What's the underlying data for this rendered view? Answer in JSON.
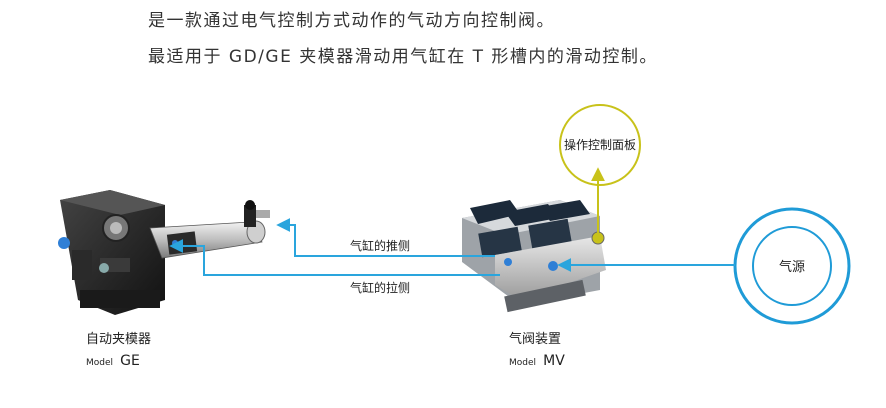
{
  "intro": {
    "line1": "是一款通过电气控制方式动作的气动方向控制阀。",
    "line2": "最适用于 GD/GE 夹模器滑动用气缸在 T 形槽内的滑动控制。"
  },
  "labels": {
    "control_panel": "操作控制面板",
    "air_source": "气源",
    "push_side": "气缸的推侧",
    "pull_side": "气缸的拉侧"
  },
  "devices": {
    "clamp": {
      "name": "自动夹模器",
      "model_prefix": "Model",
      "model": "GE"
    },
    "valve": {
      "name": "气阀装置",
      "model_prefix": "Model",
      "model": "MV"
    }
  },
  "colors": {
    "air_line": "#2aa5dd",
    "control_line": "#c8c21a",
    "ring": "#1f9bd7"
  }
}
